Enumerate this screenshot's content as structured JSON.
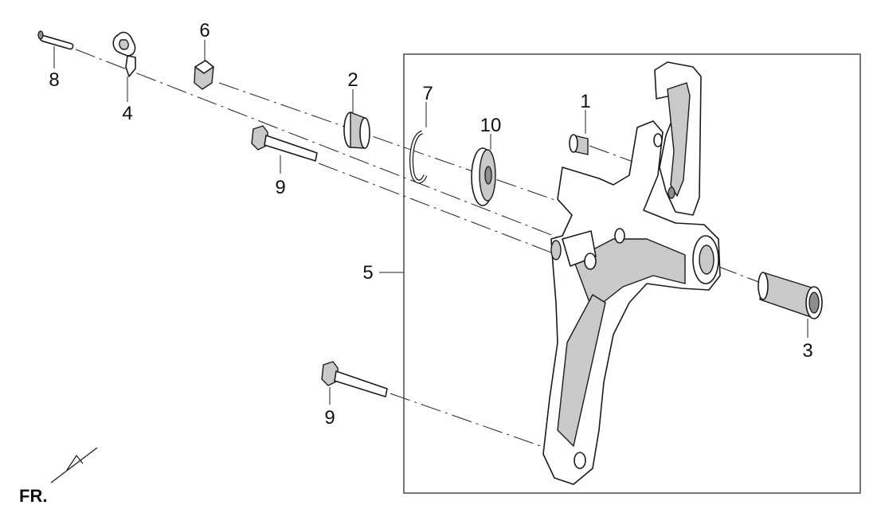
{
  "callouts": {
    "c1": "1",
    "c2": "2",
    "c3": "3",
    "c4": "4",
    "c5": "5",
    "c6": "6",
    "c7": "7",
    "c8": "8",
    "c9a": "9",
    "c9b": "9",
    "c10": "10"
  },
  "orientation": {
    "label": "FR."
  }
}
